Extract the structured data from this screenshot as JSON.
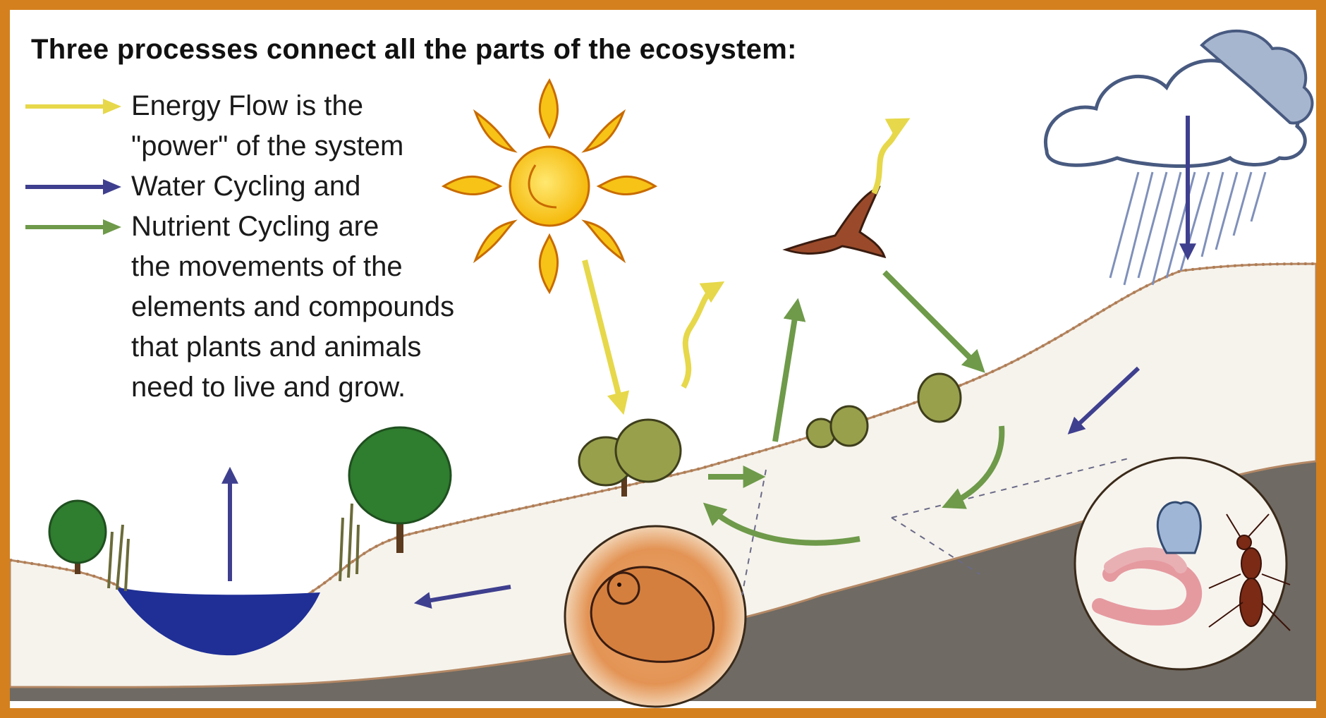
{
  "title": "Three processes connect all the parts of the ecosystem:",
  "legend": {
    "lines": [
      {
        "text": "Energy Flow is the",
        "arrow": "energy"
      },
      {
        "text": "\"power\" of the system",
        "arrow": ""
      },
      {
        "text": "Water Cycling and",
        "arrow": "water"
      },
      {
        "text": "Nutrient Cycling are",
        "arrow": "nutrient"
      },
      {
        "text": "the movements of the",
        "arrow": ""
      },
      {
        "text": "elements and compounds",
        "arrow": ""
      },
      {
        "text": "that plants and animals",
        "arrow": ""
      },
      {
        "text": "need to live and grow.",
        "arrow": ""
      }
    ]
  },
  "colors": {
    "border": "#d4801e",
    "energy": "#e6d84a",
    "water": "#3f3f8f",
    "nutrient": "#6e9a4a",
    "soil": "#f6f3ec",
    "bedrock": "#6f6a63",
    "pond": "#1f2f96",
    "sun": "#f7c316"
  }
}
